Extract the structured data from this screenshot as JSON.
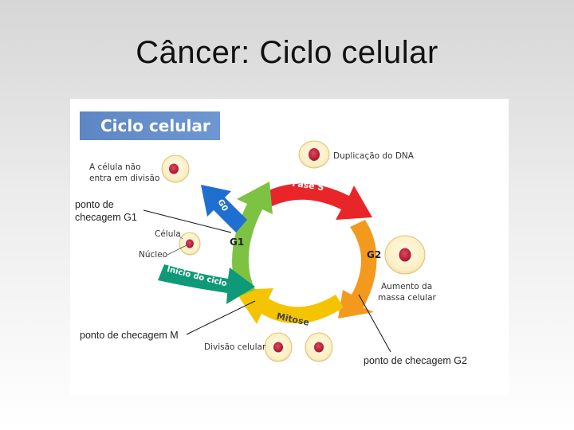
{
  "slide": {
    "title": "Câncer: Ciclo celular"
  },
  "diagram": {
    "banner": "Ciclo celular",
    "labels": {
      "nao_divisao": [
        "A célula não",
        "entra em divisão"
      ],
      "duplicacao": "Duplicação do DNA",
      "celula": "Célula",
      "nucleo": "Núcleo",
      "aumento": [
        "Aumento da",
        "massa celular"
      ],
      "divisao": "Divisão celular"
    },
    "checkpoints": {
      "g1": [
        "ponto de",
        "checagem G1"
      ],
      "m": "ponto de checagem M",
      "g2": "ponto de checagem G2"
    },
    "phases": {
      "s": "Fase S",
      "g2": "G2",
      "mitose": "Mitose",
      "g1": "G1",
      "g0": "G0",
      "inicio": "Início do ciclo"
    },
    "colors": {
      "banner": "#5d86c4",
      "fase_s": "#e8262a",
      "g2": "#f39a1e",
      "mitose": "#f5c400",
      "g1": "#7dc242",
      "g0": "#1f6fd0",
      "inicio": "#0e9a78",
      "nucleus": "#c41e3a"
    }
  }
}
